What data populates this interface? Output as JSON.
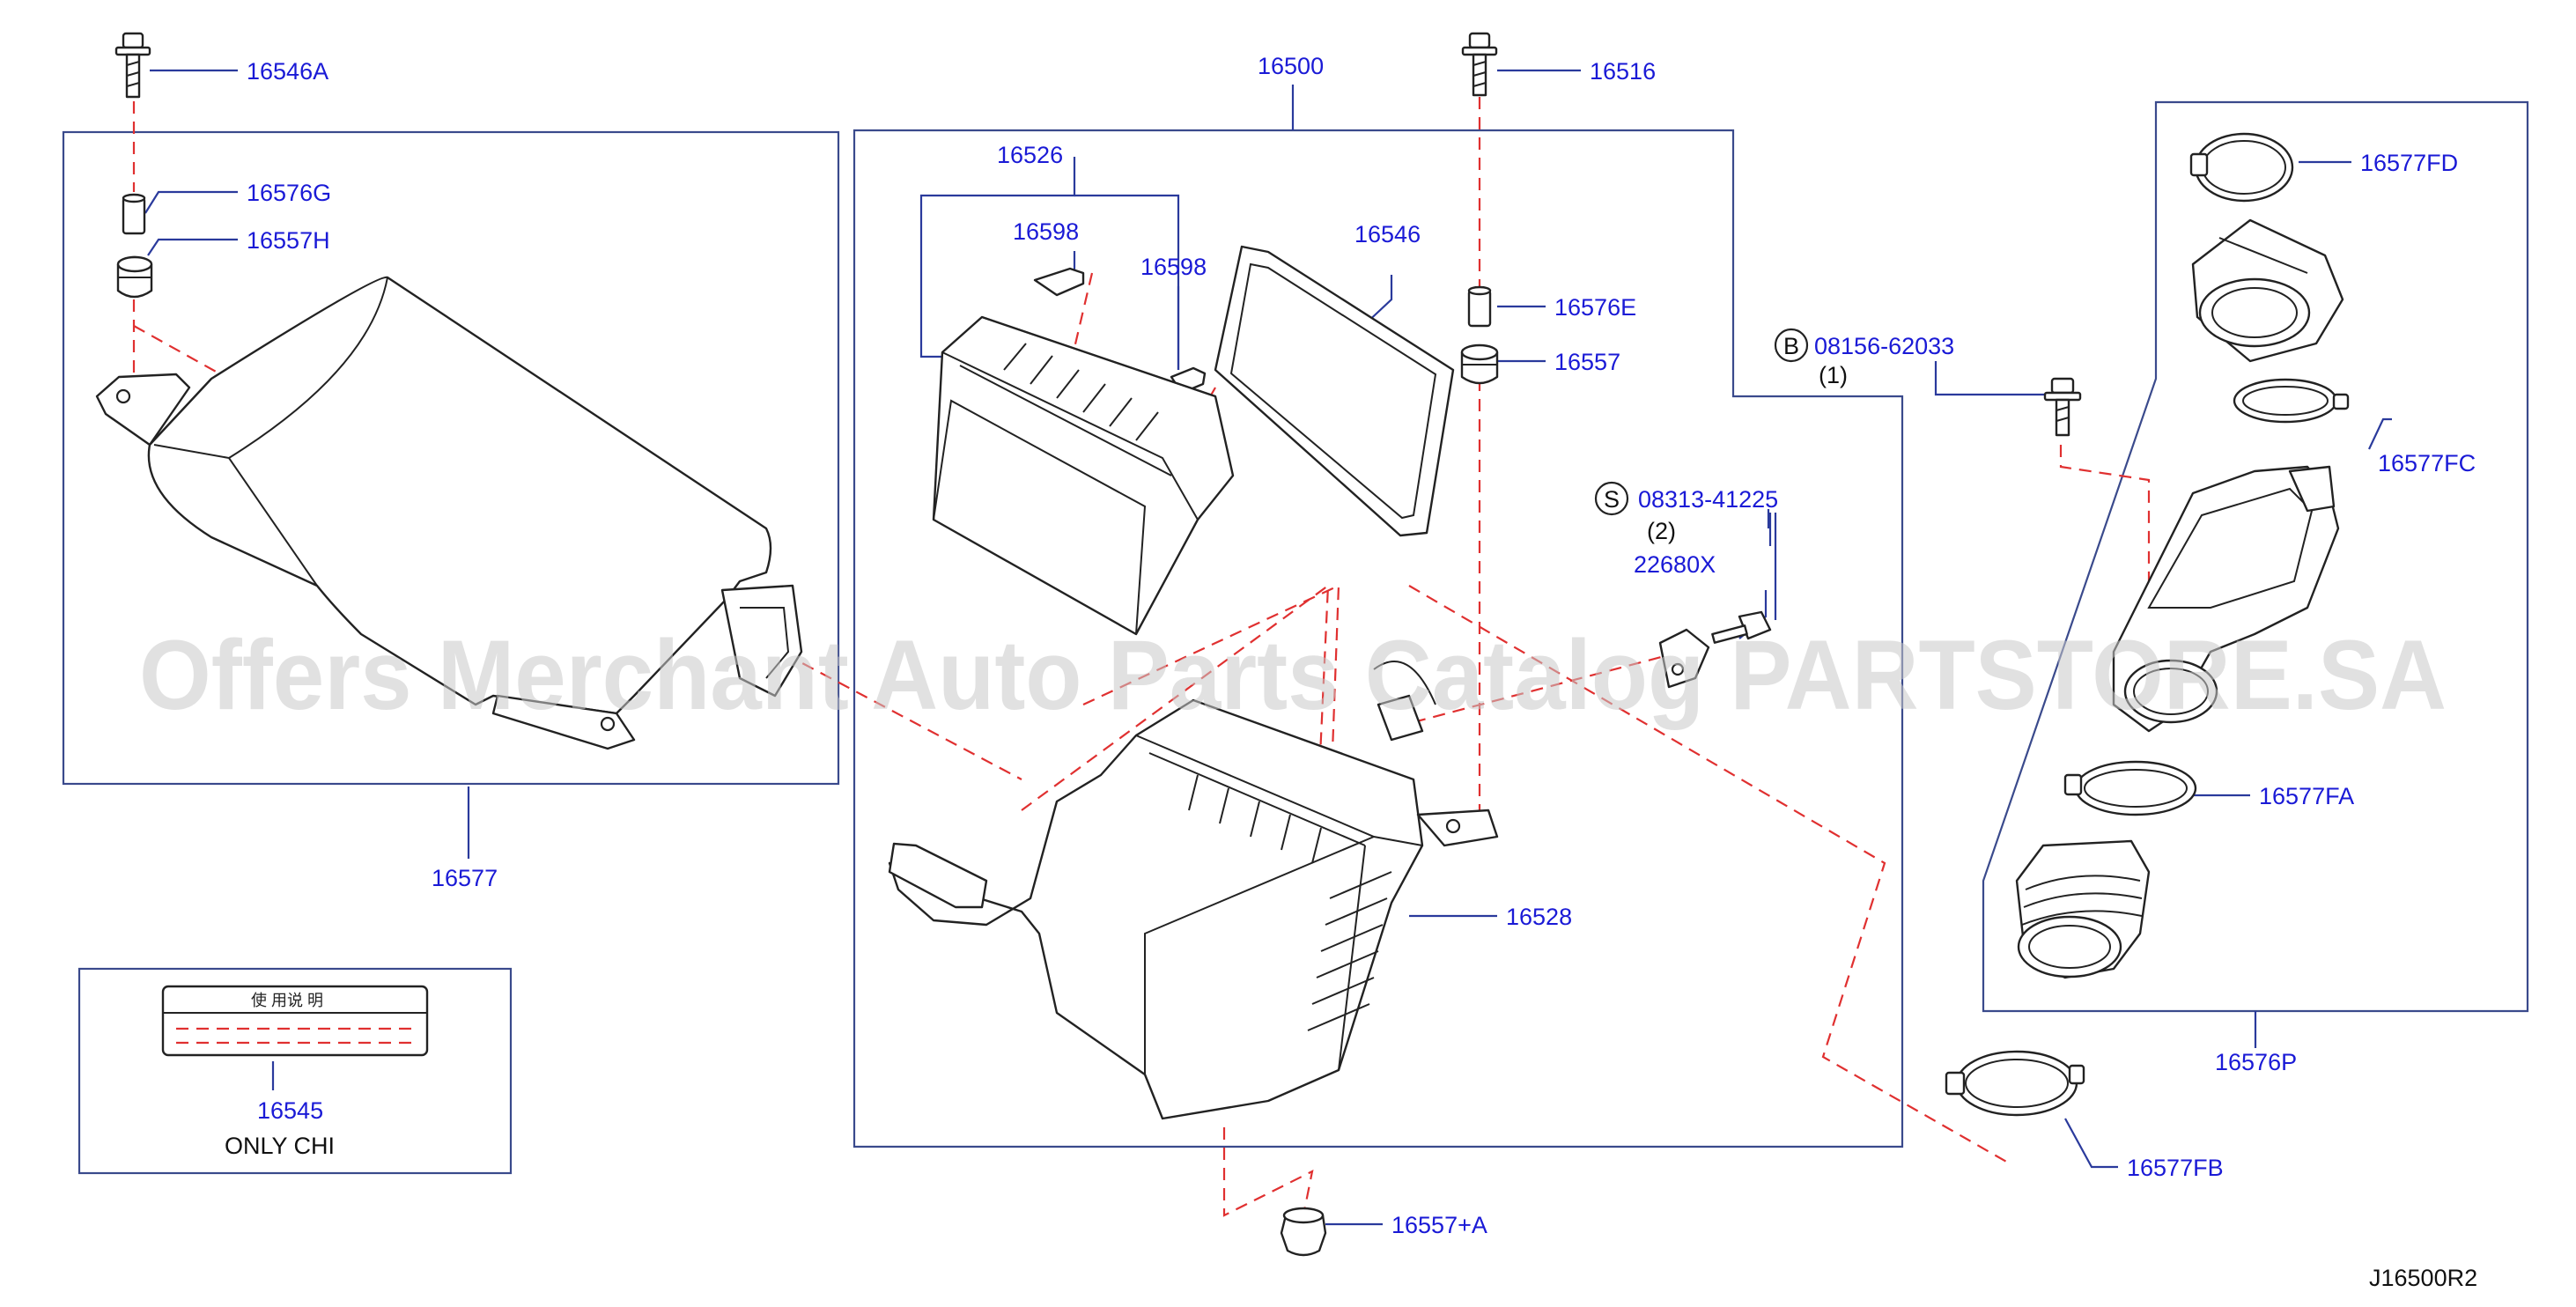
{
  "part_labels": {
    "p16546A": "16546A",
    "p16576G": "16576G",
    "p16557H": "16557H",
    "p16577": "16577",
    "p16500": "16500",
    "p16526": "16526",
    "p16598a": "16598",
    "p16598b": "16598",
    "p16546": "16546",
    "p16516": "16516",
    "p16576E": "16576E",
    "p16557": "16557",
    "p08156": "08156-62033",
    "p08156_qty": "(1)",
    "p08156_badge": "B",
    "p08313": "08313-41225",
    "p08313_qty": "(2)",
    "p08313_badge": "S",
    "p22680X": "22680X",
    "p16528": "16528",
    "p16557A": "16557+A",
    "p16545": "16545",
    "p16545_note": "ONLY   CHI",
    "p16577FD": "16577FD",
    "p16577FC": "16577FC",
    "p16577FA": "16577FA",
    "p16576P": "16576P",
    "p16577FB": "16577FB"
  },
  "label_card": {
    "title": "使 用说    明"
  },
  "watermark": "Offers Merchant Auto Parts Catalog PARTSTORE.SA",
  "diagram_code": "J16500R2",
  "colors": {
    "part_number": "#1a1ad6",
    "leader": "#2a3a9c",
    "dashed_guide": "#e03030",
    "outline": "#222222"
  }
}
